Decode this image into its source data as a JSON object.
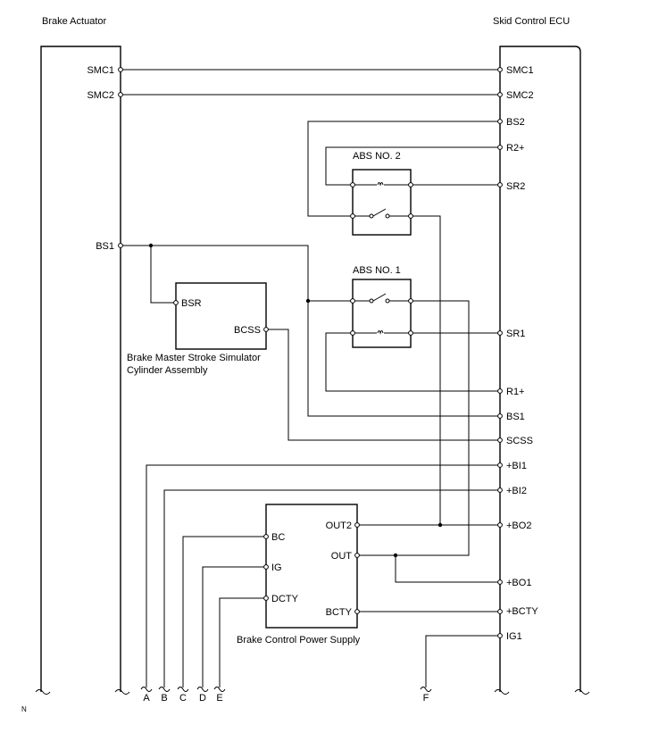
{
  "titles": {
    "left": "Brake Actuator",
    "right": "Skid Control ECU"
  },
  "actuator_pins": {
    "smc1": "SMC1",
    "smc2": "SMC2",
    "bs1": "BS1"
  },
  "ecu_pins": {
    "smc1": "SMC1",
    "smc2": "SMC2",
    "bs2": "BS2",
    "r2p": "R2+",
    "sr2": "SR2",
    "sr1": "SR1",
    "r1p": "R1+",
    "bs1": "BS1",
    "scss": "SCSS",
    "bi1": "+BI1",
    "bi2": "+BI2",
    "bo2": "+BO2",
    "bo1": "+BO1",
    "bcty": "+BCTY",
    "ig1": "IG1"
  },
  "relays": {
    "abs2": "ABS NO. 2",
    "abs1": "ABS NO. 1"
  },
  "simulator": {
    "bsr": "BSR",
    "bcss": "BCSS",
    "caption_line1": "Brake Master Stroke Simulator",
    "caption_line2": "Cylinder Assembly"
  },
  "power_supply": {
    "bc": "BC",
    "ig": "IG",
    "dcty": "DCTY",
    "out2": "OUT2",
    "out": "OUT",
    "bcty": "BCTY",
    "caption": "Brake Control Power Supply"
  },
  "connectors": {
    "a": "A",
    "b": "B",
    "c": "C",
    "d": "D",
    "e": "E",
    "f": "F"
  },
  "corner_mark": "N"
}
